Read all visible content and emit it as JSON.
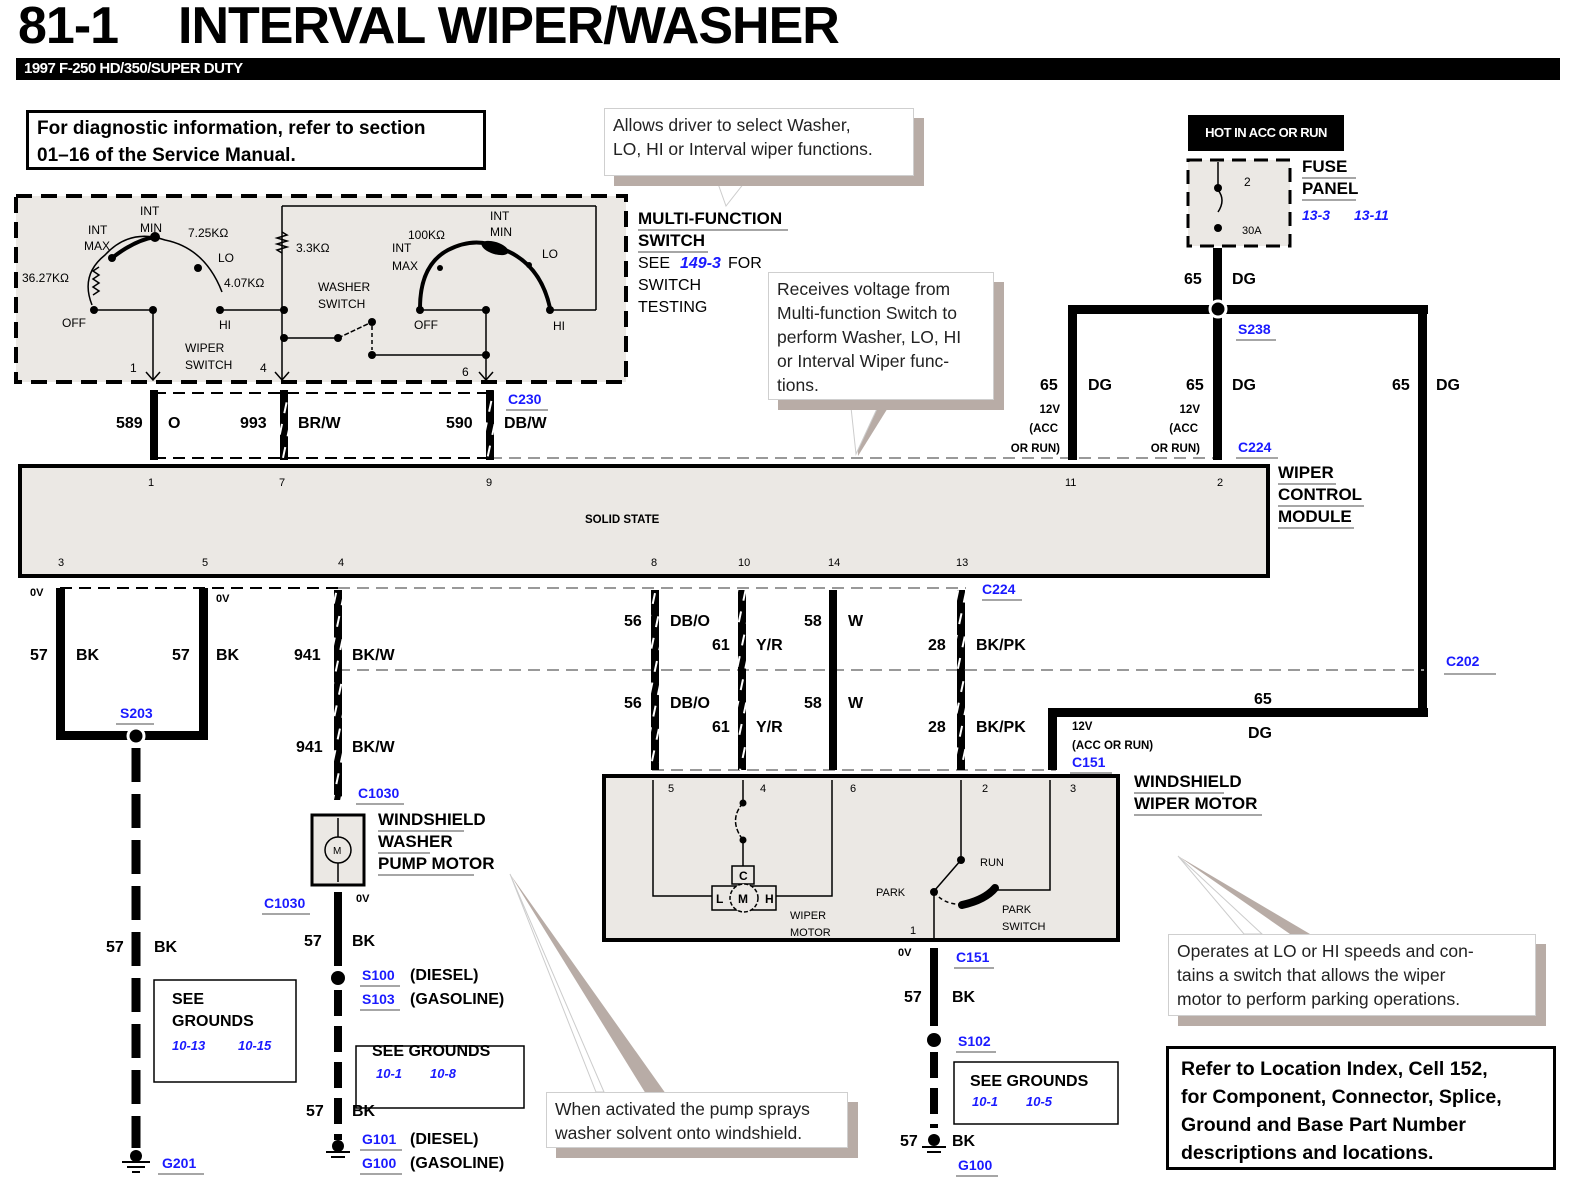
{
  "header": {
    "diagram_number": "81-1",
    "title": "INTERVAL WIPER/WASHER",
    "vehicle": "1997 F-250 HD/350/SUPER DUTY"
  },
  "notes": {
    "diagnostic": [
      "For diagnostic information, refer to section",
      "01–16 of the Service Manual."
    ],
    "location_index": [
      "Refer to Location Index, Cell 152,",
      "for Component, Connector, Splice,",
      "Ground and Base Part Number",
      "descriptions and locations."
    ]
  },
  "callouts": {
    "multifunction": [
      "Allows driver to select Washer,",
      "LO, HI or Interval  wiper functions."
    ],
    "module": [
      "Receives voltage from",
      "Multi-function Switch to",
      "perform Washer, LO, HI",
      "or Interval Wiper func-",
      "tions."
    ],
    "pump": [
      "When activated the pump sprays",
      "washer solvent onto windshield."
    ],
    "motor": [
      "Operates at LO or HI speeds and con-",
      "tains a switch that allows the wiper",
      "motor to perform parking operations."
    ]
  },
  "power": {
    "hot_label": "HOT IN ACC OR RUN",
    "fuse_number": "2",
    "fuse_rating": "30A",
    "fuse_panel": [
      "FUSE",
      "PANEL"
    ],
    "fuse_refs": [
      "13-3",
      "13-11"
    ],
    "splice": "S238",
    "circuit": "65",
    "color": "DG",
    "voltage": "12V",
    "acc_lines": [
      "(ACC",
      "OR RUN)"
    ],
    "acc_or_run": "(ACC OR RUN)"
  },
  "multifunction_switch": {
    "name": [
      "MULTI-FUNCTION",
      "SWITCH"
    ],
    "see": "SEE",
    "see_ref": "149-3",
    "see_for": "FOR",
    "see_rest": [
      "SWITCH",
      "TESTING"
    ],
    "wiper_switch": {
      "labels": [
        "INT",
        "MAX",
        "INT",
        "MIN",
        "LO",
        "OFF",
        "HI"
      ],
      "resistors": [
        "36.27KΩ",
        "7.25KΩ",
        "4.07KΩ"
      ],
      "name": [
        "WIPER",
        "SWITCH"
      ]
    },
    "washer": {
      "resistor": "3.3KΩ",
      "name": [
        "WASHER",
        "SWITCH"
      ]
    },
    "interval": {
      "resistor": "100KΩ",
      "labels": [
        "INT",
        "MAX",
        "INT",
        "MIN",
        "LO",
        "OFF",
        "HI"
      ]
    },
    "pins": [
      "1",
      "4",
      "6"
    ]
  },
  "connectors": {
    "c230": "C230",
    "c224": "C224",
    "c202": "C202",
    "c151": "C151",
    "c1030": "C1030"
  },
  "upper_wires": [
    {
      "circuit": "589",
      "color": "O",
      "pin": "1"
    },
    {
      "circuit": "993",
      "color": "BR/W",
      "pin": "7"
    },
    {
      "circuit": "590",
      "color": "DB/W",
      "pin": "9"
    }
  ],
  "module": {
    "name": [
      "WIPER",
      "CONTROL",
      "MODULE"
    ],
    "inner": "SOLID STATE",
    "top_pins": [
      "1",
      "7",
      "9",
      "11",
      "2"
    ],
    "bottom_pins": [
      "3",
      "5",
      "4",
      "8",
      "10",
      "14",
      "13"
    ]
  },
  "lower_wires": [
    {
      "circuit": "57",
      "color": "BK",
      "voltage": "0V"
    },
    {
      "circuit": "57",
      "color": "BK",
      "voltage": "0V"
    },
    {
      "circuit": "941",
      "color": "BK/W"
    },
    {
      "circuit": "56",
      "color": "DB/O"
    },
    {
      "circuit": "61",
      "color": "Y/R"
    },
    {
      "circuit": "58",
      "color": "W"
    },
    {
      "circuit": "28",
      "color": "BK/PK"
    }
  ],
  "splices": {
    "s203": "S203",
    "s100": "S100",
    "s103": "S103",
    "s102": "S102"
  },
  "splice_notes": {
    "diesel": "(DIESEL)",
    "gasoline": "(GASOLINE)"
  },
  "grounds": {
    "g201": "G201",
    "g101": "G101",
    "g100": "G100",
    "see_grounds": "SEE GROUNDS",
    "see": "SEE",
    "grounds_word": "GROUNDS",
    "left_refs": [
      "10-13",
      "10-15"
    ],
    "mid_refs": [
      "10-1",
      "10-8"
    ],
    "right_refs": [
      "10-1",
      "10-5"
    ]
  },
  "pump_motor": {
    "name": [
      "WINDSHIELD",
      "WASHER",
      "PUMP MOTOR"
    ],
    "symbol": "M",
    "voltage": "0V"
  },
  "wiper_motor": {
    "name": [
      "WINDSHIELD",
      "WIPER MOTOR"
    ],
    "pins": [
      "5",
      "4",
      "6",
      "2",
      "3",
      "1"
    ],
    "motor_labels": [
      "C",
      "L",
      "M",
      "H"
    ],
    "inner_name": [
      "WIPER",
      "MOTOR"
    ],
    "park": "PARK",
    "run": "RUN",
    "park_switch": [
      "PARK",
      "SWITCH"
    ],
    "voltage": "0V"
  }
}
